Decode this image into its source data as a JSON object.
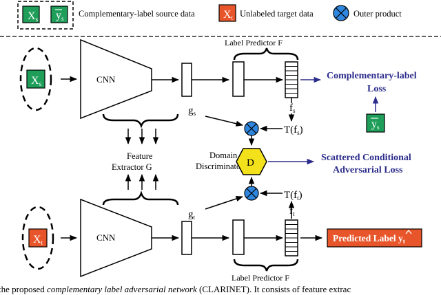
{
  "legend": {
    "xs_main": "X",
    "xs_sub": "s",
    "ys_main": "y",
    "ys_sub": "s",
    "source_text": "Complementary-label source data",
    "xt_main": "X",
    "xt_sub": "t",
    "target_text": "Unlabeled target data",
    "outer_text": "Outer product"
  },
  "nodes": {
    "xs_main": "X",
    "xs_sub": "s",
    "xt_main": "X",
    "xt_sub": "t",
    "cnn_top": "CNN",
    "cnn_bottom": "CNN",
    "label_predictor_top": "Label Predictor F",
    "label_predictor_bottom": "Label Predictor F",
    "gs_main": "g",
    "gs_sub": "s",
    "gt_main": "g",
    "gt_sub": "t",
    "fs_main": "f",
    "fs_sub": "s",
    "ft_main": "f",
    "ft_sub": "t",
    "tfs_main": "T(f",
    "tfs_sub": "s",
    "tfs_close": ")",
    "tft_main": "T(f",
    "tft_sub": "t",
    "tft_close": ")",
    "ys_main": "y",
    "ys_sub": "s",
    "feature_extractor_line1": "Feature",
    "feature_extractor_line2": "Extractor G",
    "domain_disc_line1": "Domain",
    "domain_disc_line2": "Discriminator",
    "d_label": "D",
    "complementary_loss_line1": "Complementary-label",
    "complementary_loss_line2": "Loss",
    "scattered_loss_line1": "Scattered Conditional",
    "scattered_loss_line2": "Adversarial Loss",
    "predicted_label_main": "Predicted Label ",
    "predicted_label_y": "y",
    "predicted_label_sub": "t"
  },
  "caption": {
    "pre": "the proposed ",
    "italic": "complementary label adversarial network",
    "post": " (CLARINET). It consists of feature extrac"
  },
  "colors": {
    "source_green": "#1f9e5a",
    "target_orange": "#e8552a",
    "outer_blue": "#2e86de",
    "disc_yellow": "#f3e11b",
    "loss_navy": "#2c2c8c"
  }
}
